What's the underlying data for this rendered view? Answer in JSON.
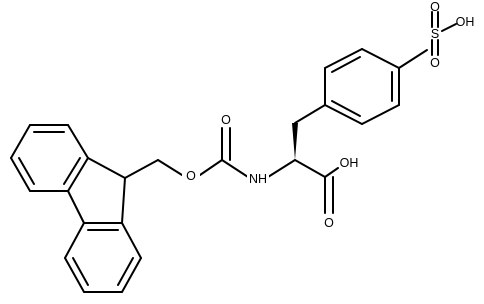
{
  "molecule": {
    "labels": {
      "carbonyl_o": "O",
      "ester_o": "O",
      "nh": "NH",
      "acid_oh": "OH",
      "acid_o": "O",
      "sulfur": "S",
      "sulfonyl_o_top": "O",
      "sulfonyl_o_bottom": "O",
      "sulfonyl_oh": "OH"
    },
    "colors": {
      "bond": "#000000",
      "text": "#000000",
      "background": "#ffffff"
    }
  }
}
